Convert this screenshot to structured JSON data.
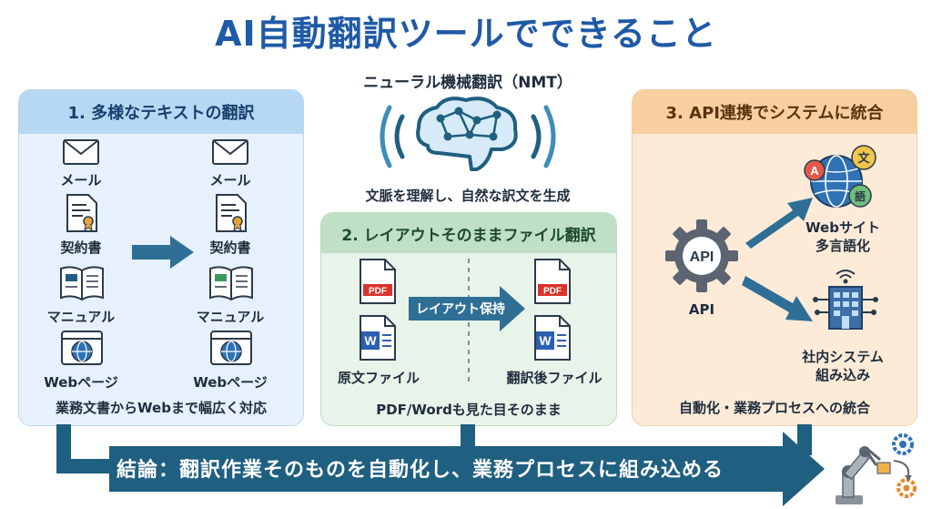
{
  "title": "AI自動翻訳ツールでできること",
  "nmt": {
    "title": "ニューラル機械翻訳（NMT）",
    "description": "文脈を理解し、自然な訳文を生成"
  },
  "panel1": {
    "heading": "1. 多様なテキストの翻訳",
    "left_items": [
      "メール",
      "契約書",
      "マニュアル",
      "Webページ"
    ],
    "right_items": [
      "メール",
      "契約書",
      "マニュアル",
      "Webページ"
    ],
    "footer": "業務文書からWebまで幅広く対応"
  },
  "panel2": {
    "heading": "2. レイアウトそのままファイル翻訳",
    "source_label": "原文ファイル",
    "target_label": "翻訳後ファイル",
    "arrow_label": "レイアウト保持",
    "pdf_text": "PDF",
    "word_text": "W",
    "footer": "PDF/Wordも見た目そのまま"
  },
  "panel3": {
    "heading": "3. API連携でシステムに統合",
    "api_text": "API",
    "api_label": "API",
    "web_label_line1": "Webサイト",
    "web_label_line2": "多言語化",
    "system_label_line1": "社内システム",
    "system_label_line2": "組み込み",
    "bubble_a": "A",
    "bubble_bun": "文",
    "bubble_go": "語",
    "footer": "自動化・業務プロセスへの統合"
  },
  "conclusion": "結論：翻訳作業そのものを自動化し、業務プロセスに組み込める",
  "colors": {
    "title": "#1f5aa6",
    "banner": "#1f5f80",
    "panel1": "#e6f1fb",
    "panel2": "#e8f3ea",
    "panel3": "#fdebd8"
  }
}
